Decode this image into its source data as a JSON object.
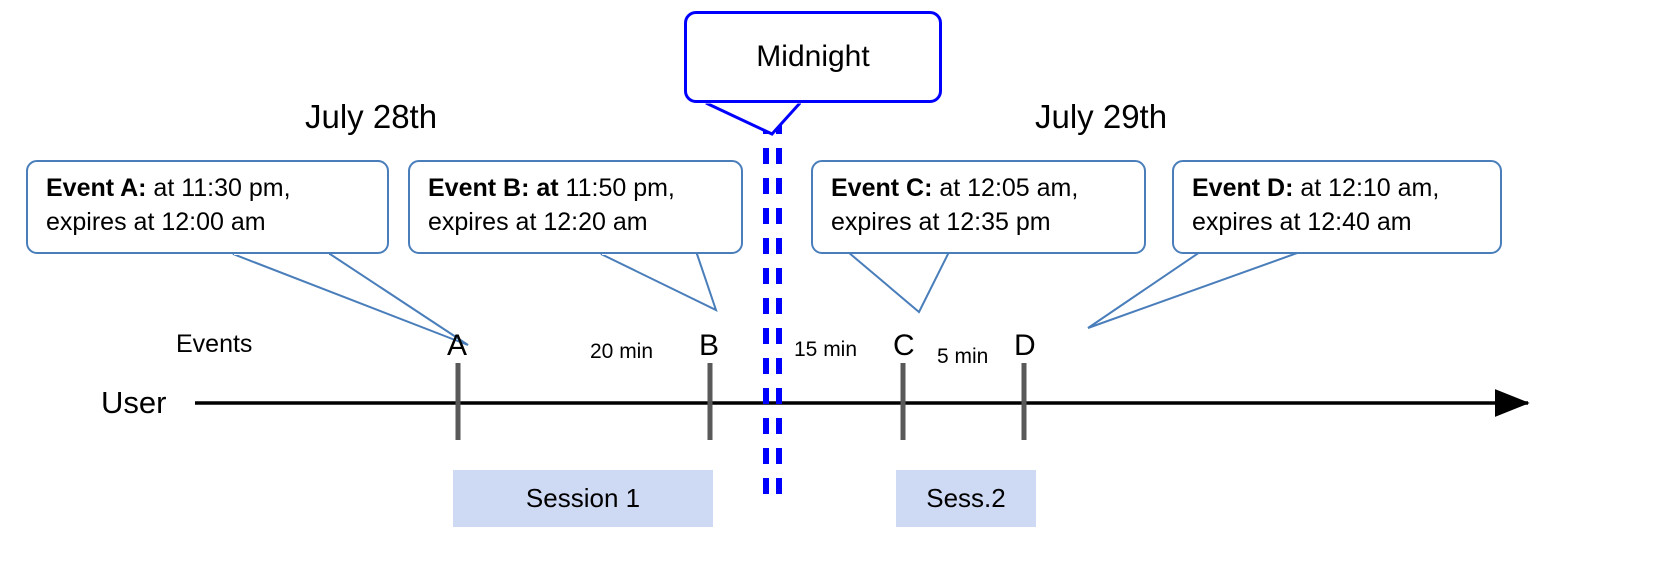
{
  "diagram": {
    "title_context": "Event expiry across midnight session timeline",
    "dates": [
      {
        "id": "july-28",
        "label": "July 28th"
      },
      {
        "id": "july-29",
        "label": "July 29th"
      }
    ],
    "midnight": {
      "label": "Midnight",
      "border_color": "#0000ff",
      "line_style": "double-dashed"
    },
    "callouts": [
      {
        "id": "event-a",
        "bold": "Event A:",
        "rest": " at 11:30 pm,",
        "line2": "expires at 12:00 am"
      },
      {
        "id": "event-b",
        "bold": "Event B: at",
        "rest": " 11:50 pm,",
        "line2": "expires at 12:20 am"
      },
      {
        "id": "event-c",
        "bold": "Event C:",
        "rest": " at 12:05 am,",
        "line2": "expires at 12:35 pm"
      },
      {
        "id": "event-d",
        "bold": "Event D:",
        "rest": "  at 12:10 am,",
        "line2": "expires at 12:40 am"
      }
    ],
    "rows": [
      {
        "id": "events-row",
        "label": "Events"
      },
      {
        "id": "user-row",
        "label": "User"
      }
    ],
    "event_markers": [
      {
        "id": "marker-a",
        "label": "A"
      },
      {
        "id": "marker-b",
        "label": "B"
      },
      {
        "id": "marker-c",
        "label": "C"
      },
      {
        "id": "marker-d",
        "label": "D"
      }
    ],
    "gaps": [
      {
        "id": "gap-ab",
        "label": "20 min"
      },
      {
        "id": "gap-bc",
        "label": "15 min"
      },
      {
        "id": "gap-cd",
        "label": "5 min"
      }
    ],
    "sessions": [
      {
        "id": "session-1",
        "label": "Session 1"
      },
      {
        "id": "session-2",
        "label": "Sess.2"
      }
    ],
    "colors": {
      "callout_border": "#4a7ebb",
      "midnight_blue": "#0000ff",
      "session_fill": "#ced9f4",
      "tick": "#595959",
      "axis": "#000000"
    }
  }
}
